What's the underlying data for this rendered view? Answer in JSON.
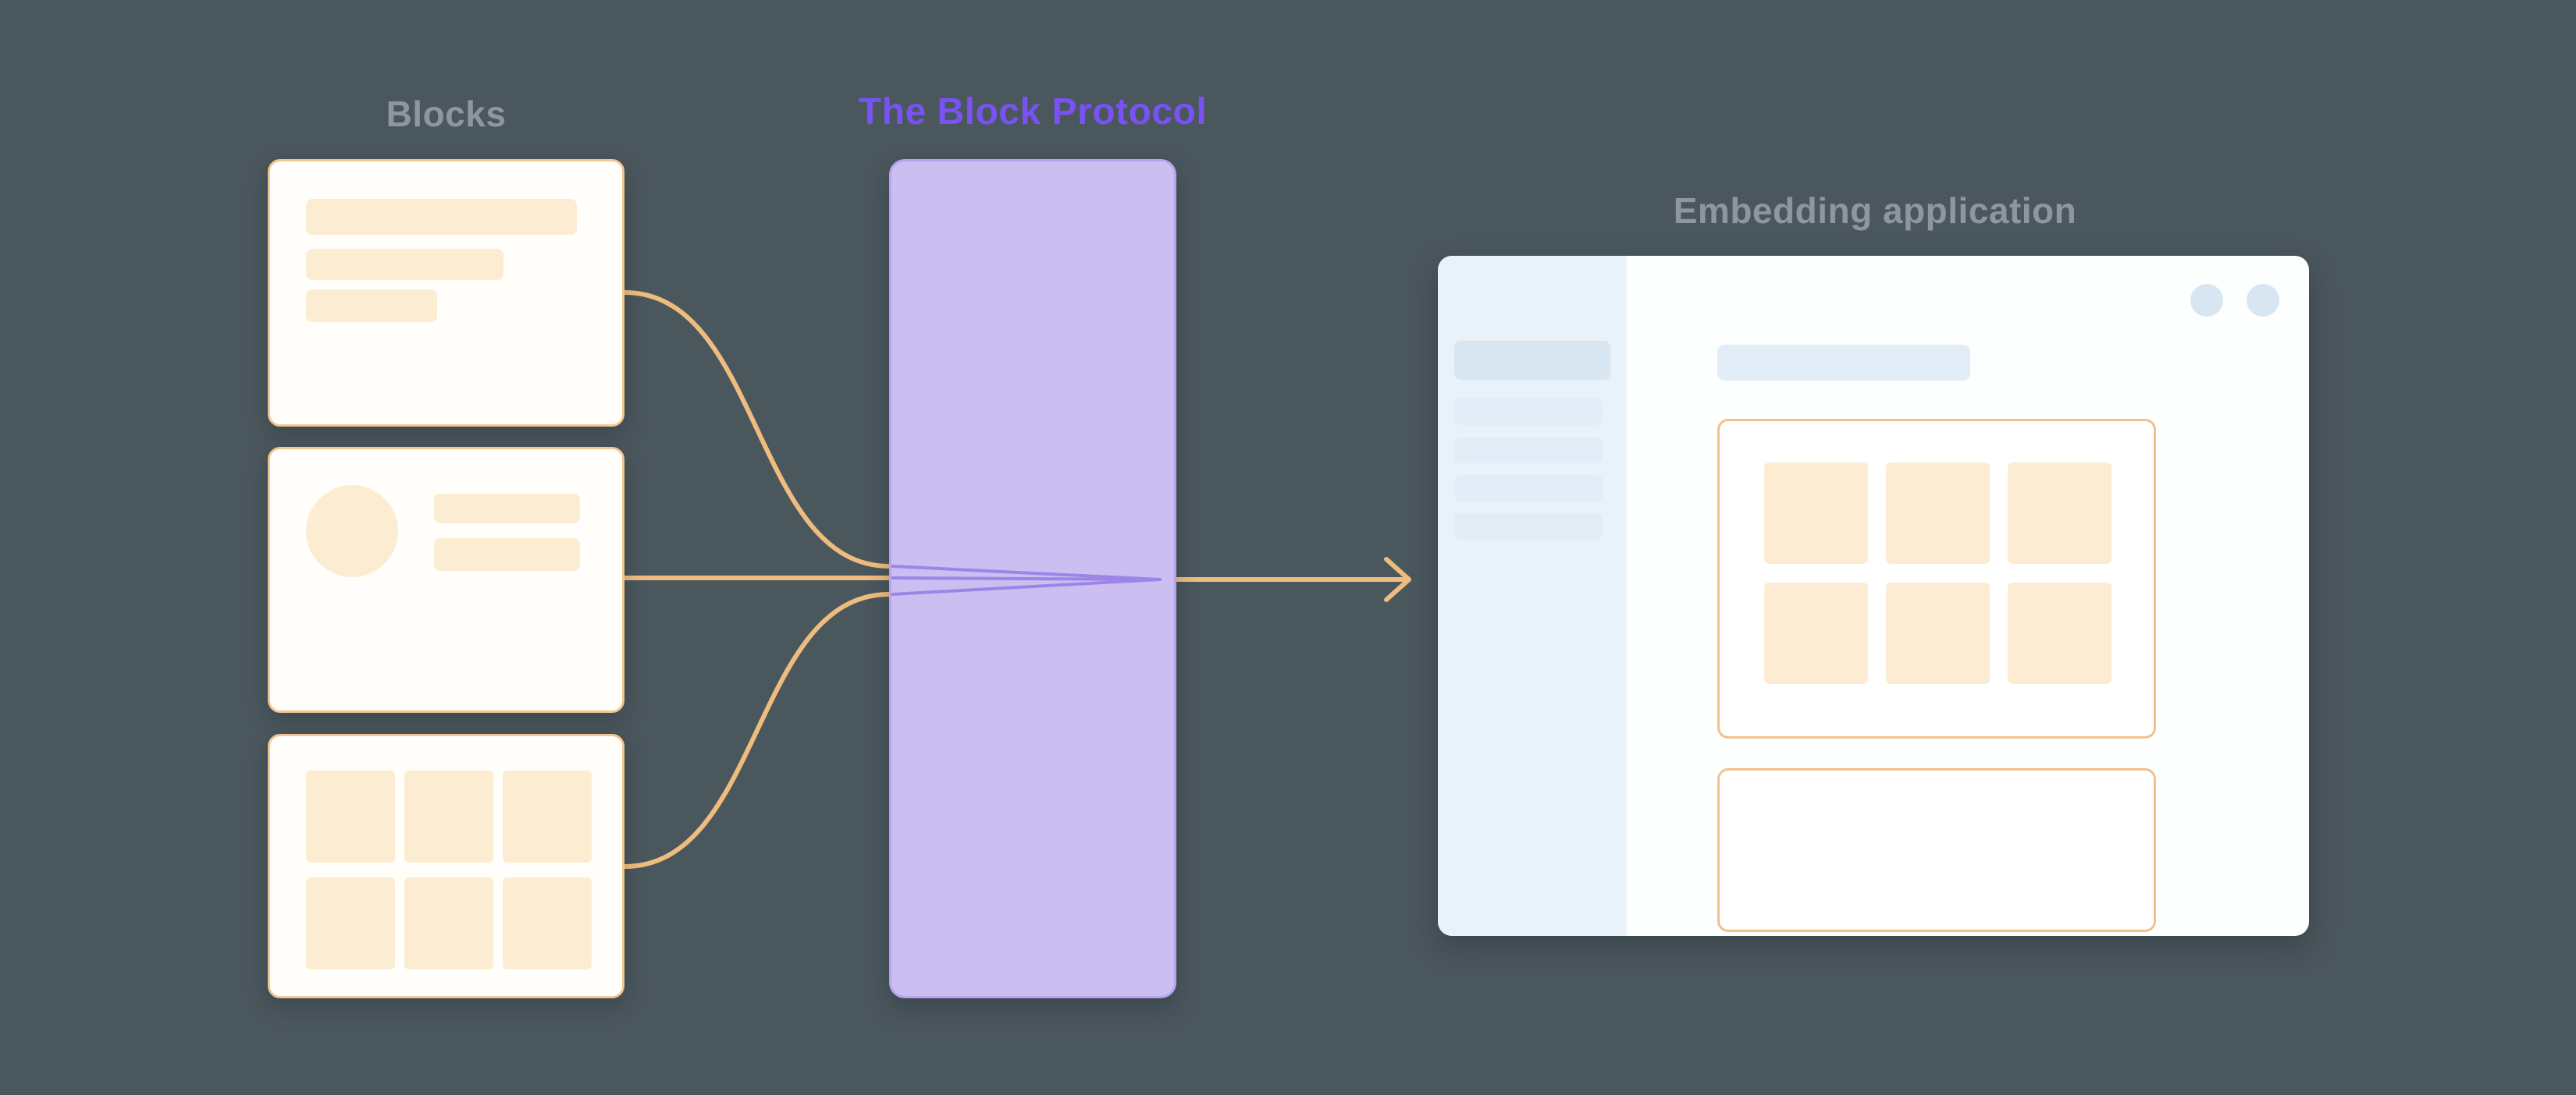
{
  "labels": {
    "blocks": "Blocks",
    "protocol": "The Block Protocol",
    "embedding": "Embedding application"
  },
  "colors": {
    "background": "#4A575D",
    "label-gray": "#8C989E",
    "label-purple": "#7852F2",
    "card-fill": "#FFFEFB",
    "card-border": "#F4C792",
    "skeleton-cream": "#FCEDD2",
    "protocol-fill": "#CBBEF1",
    "protocol-border": "#B6A5EC",
    "protocol-converge": "#9D85E8",
    "connector-orange": "#EFBC7F",
    "app-fill": "#FDFEFE",
    "app-sidebar": "#EAF2F9",
    "skeleton-blue": "#E2EDF7",
    "skeleton-blue-dark": "#D8E6F2",
    "panel-border": "#F0C28A"
  }
}
